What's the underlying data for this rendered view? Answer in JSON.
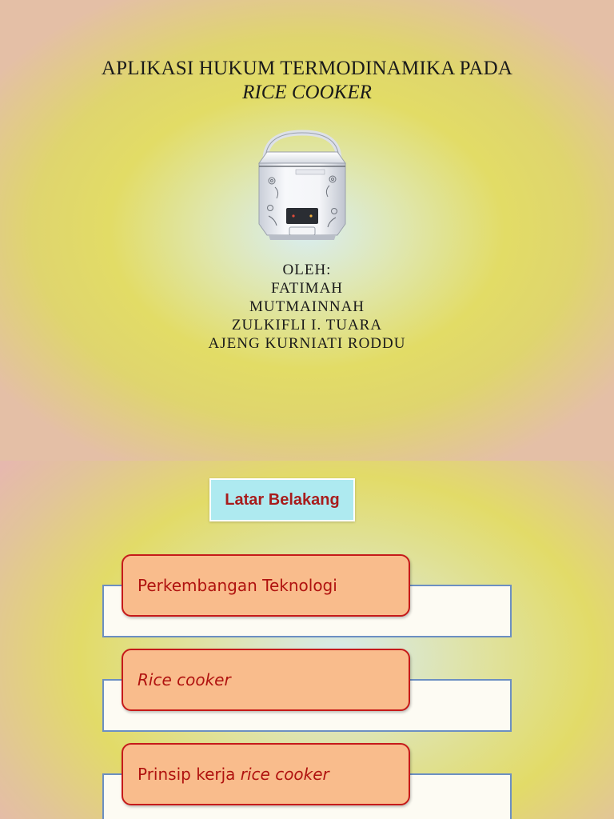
{
  "slide1": {
    "title_line1": "APLIKASI HUKUM TERMODINAMIKA PADA",
    "title_line2": "RICE COOKER",
    "authors": [
      "OLEH:",
      "FATIMAH",
      "MUTMAINNAH",
      "ZULKIFLI I. TUARA",
      "AJENG KURNIATI RODDU"
    ],
    "image": "rice-cooker-photo"
  },
  "slide2": {
    "heading": "Latar Belakang",
    "items": [
      {
        "text": "Perkembangan Teknologi",
        "italic": ""
      },
      {
        "text": "",
        "italic": "Rice cooker"
      },
      {
        "text": "Prinsip kerja ",
        "italic": "rice cooker"
      }
    ]
  },
  "colors": {
    "heading_text": "#a81c1c",
    "heading_bg": "#aeeaf0",
    "pill_bg": "#f9bc8c",
    "pill_border": "#c61a1a",
    "back_box_border": "#6c8fc2"
  }
}
